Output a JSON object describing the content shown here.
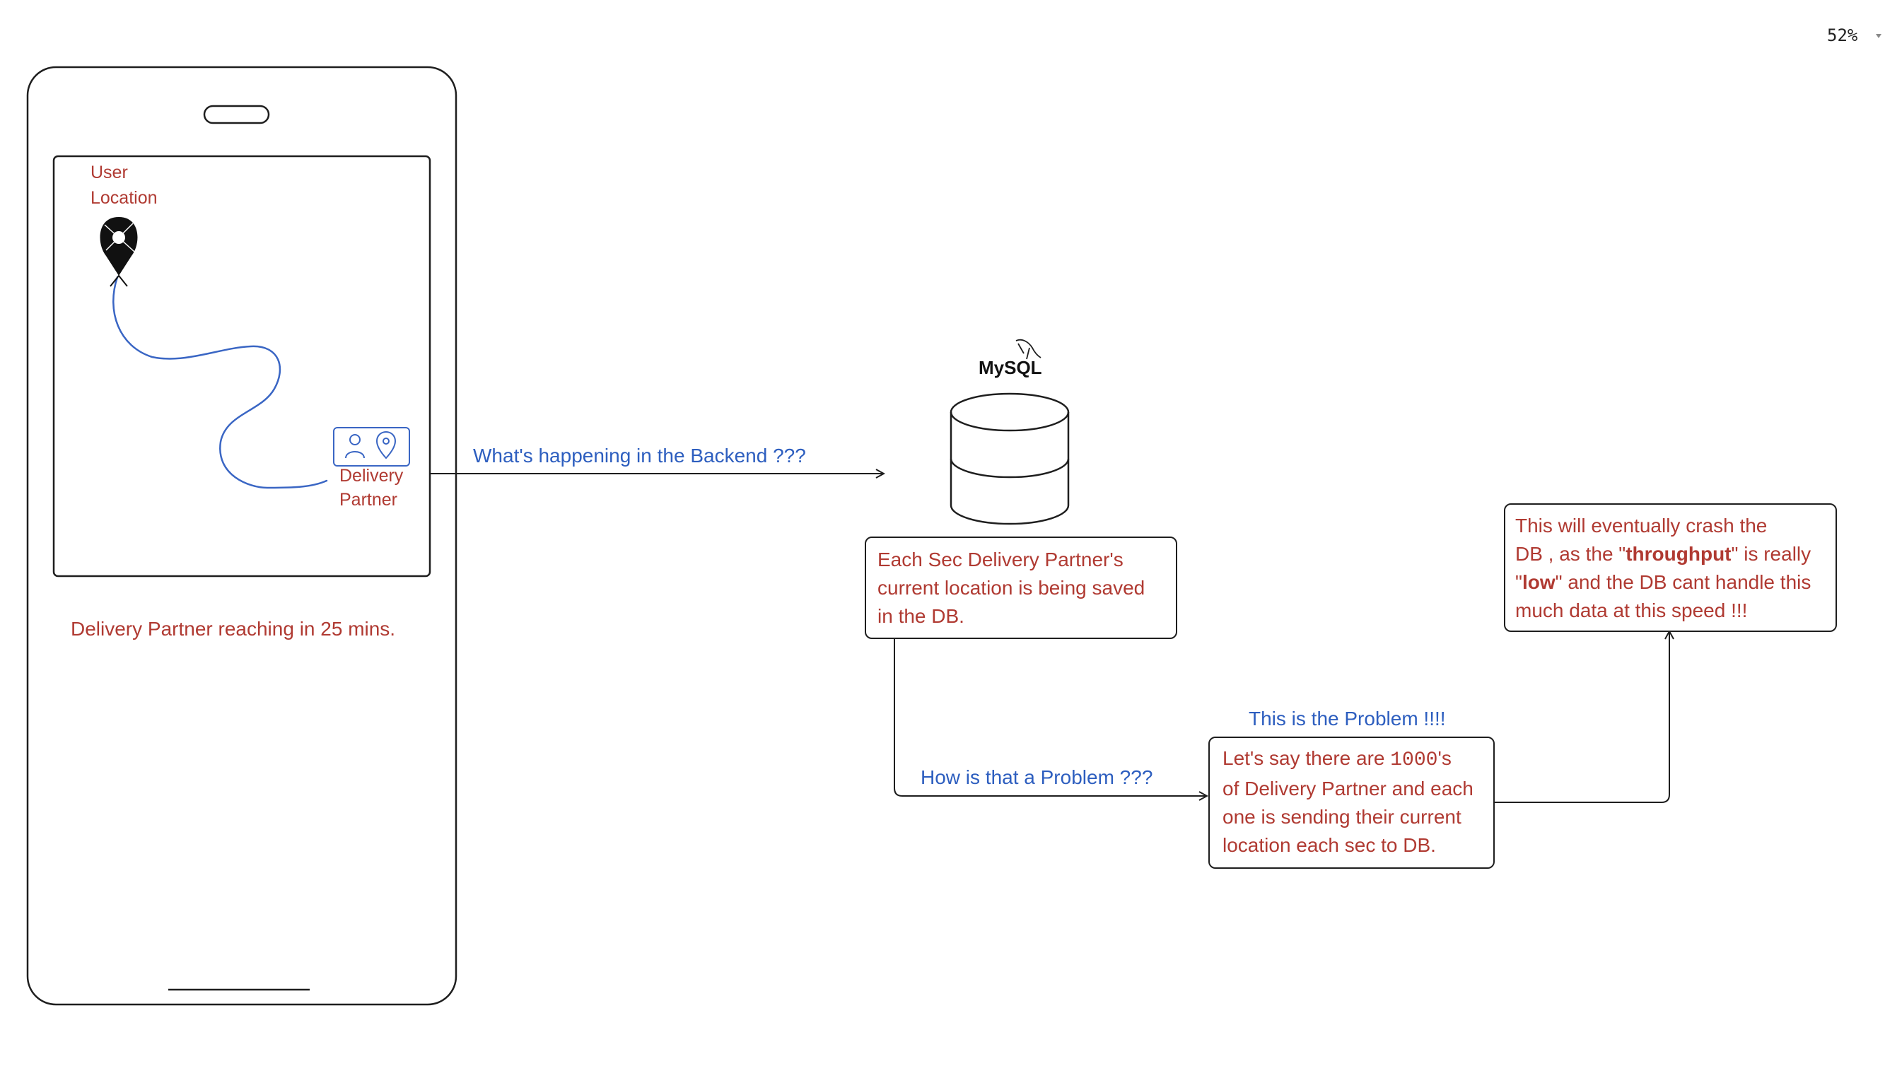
{
  "zoom": {
    "level": "52%"
  },
  "phone": {
    "user_location_line1": "User",
    "user_location_line2": "Location",
    "partner_line1": "Delivery",
    "partner_line2": "Partner",
    "eta_text": "Delivery Partner reaching in 25 mins."
  },
  "labels": {
    "backend_question": "What's happening in the Backend ???",
    "mysql": "MySQL",
    "problem_question": "How is that a Problem ???",
    "problem_heading": "This is the Problem !!!!"
  },
  "db_box": {
    "line1": "Each Sec Delivery Partner's",
    "line2": "current location is being saved",
    "line3": "in the DB."
  },
  "problem_box": {
    "line1_pre": "Let's say there are ",
    "line1_num": "1000",
    "line1_post": "'s",
    "line2": "of Delivery Partner and each",
    "line3": "one is sending their current",
    "line4": "location each sec to DB."
  },
  "crash_box": {
    "line1": "This will eventually crash the",
    "line2_pre": "DB , as the \"",
    "line2_bold": "throughput",
    "line2_post": "\" is really",
    "line3_pre": "\"",
    "line3_bold": "low",
    "line3_post": "\" and the DB cant handle this",
    "line4": "much data at this speed !!!"
  },
  "colors": {
    "annotation_red": "#b03a32",
    "annotation_blue": "#2d5ebf",
    "stroke": "#1e1e1e",
    "route_blue": "#3a66c4"
  },
  "icons": {
    "location": "location-pin-icon",
    "partner_person": "person-icon",
    "partner_pin": "map-pin-icon",
    "database": "database-icon",
    "dolphin": "mysql-dolphin-icon",
    "zoom_caret": "caret-down-icon"
  }
}
